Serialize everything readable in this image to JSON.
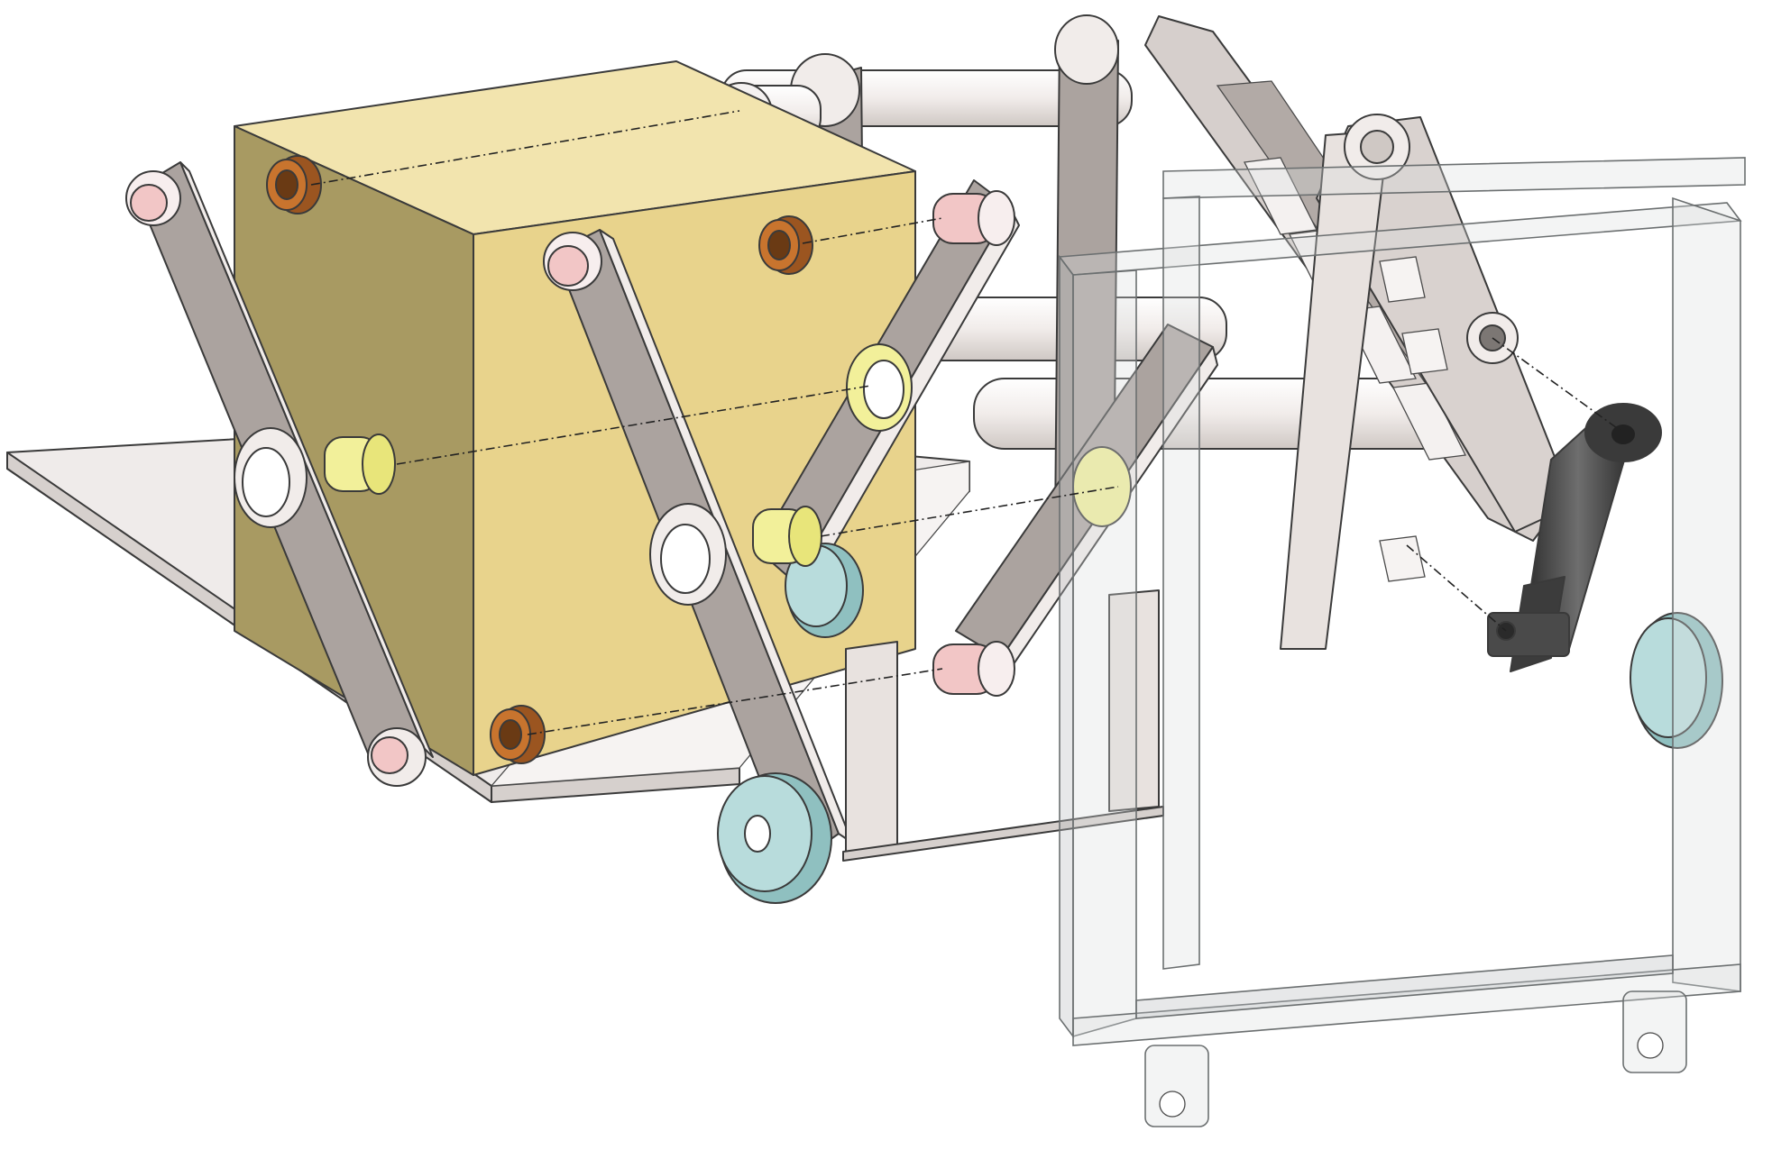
{
  "colors": {
    "background": "#ffffff",
    "block_top": "#f2e4ae",
    "block_front": "#e8d38c",
    "block_side": "#a89a62",
    "link_face": "#aba39f",
    "link_edge": "#f1ecea",
    "plate": "#efebea",
    "bushing_bronze": "#c8742e",
    "bushing_yellow": "#f2f09a",
    "pin_pink": "#f2c6c6",
    "roller_cyan": "#b8dcdc",
    "glass_frame": "#d9dcdc",
    "actuator": "#4a4a4a"
  },
  "parts": [
    "base-plate",
    "yellow-block",
    "left-link",
    "middle-link",
    "upper-shaft",
    "upper-link",
    "lower-link",
    "lattice-link",
    "transparent-frame",
    "actuator",
    "bronze-bushings",
    "yellow-bushings",
    "pink-pins",
    "rollers",
    "axis-lines"
  ]
}
